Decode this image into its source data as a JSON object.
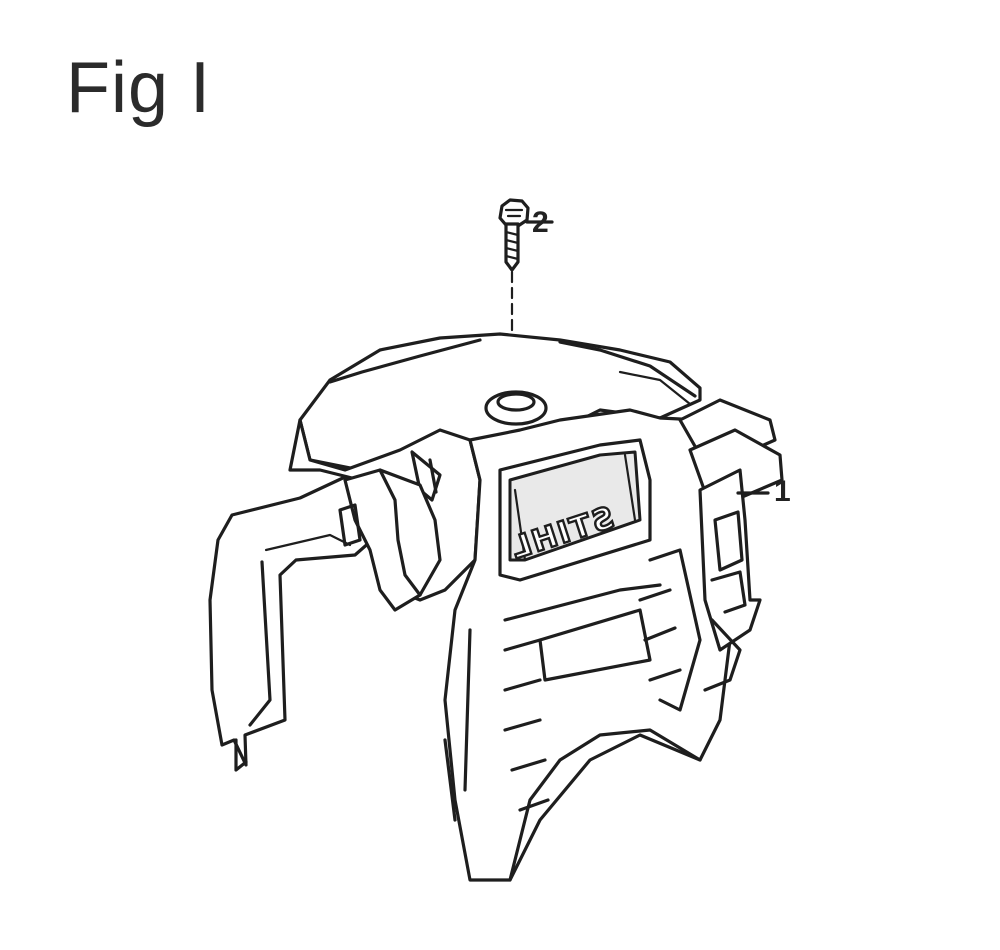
{
  "figure": {
    "title": "Fig I",
    "logo_text": "STIHL"
  },
  "callouts": [
    {
      "number": "2",
      "part": "screw"
    },
    {
      "number": "1",
      "part": "shroud"
    }
  ]
}
